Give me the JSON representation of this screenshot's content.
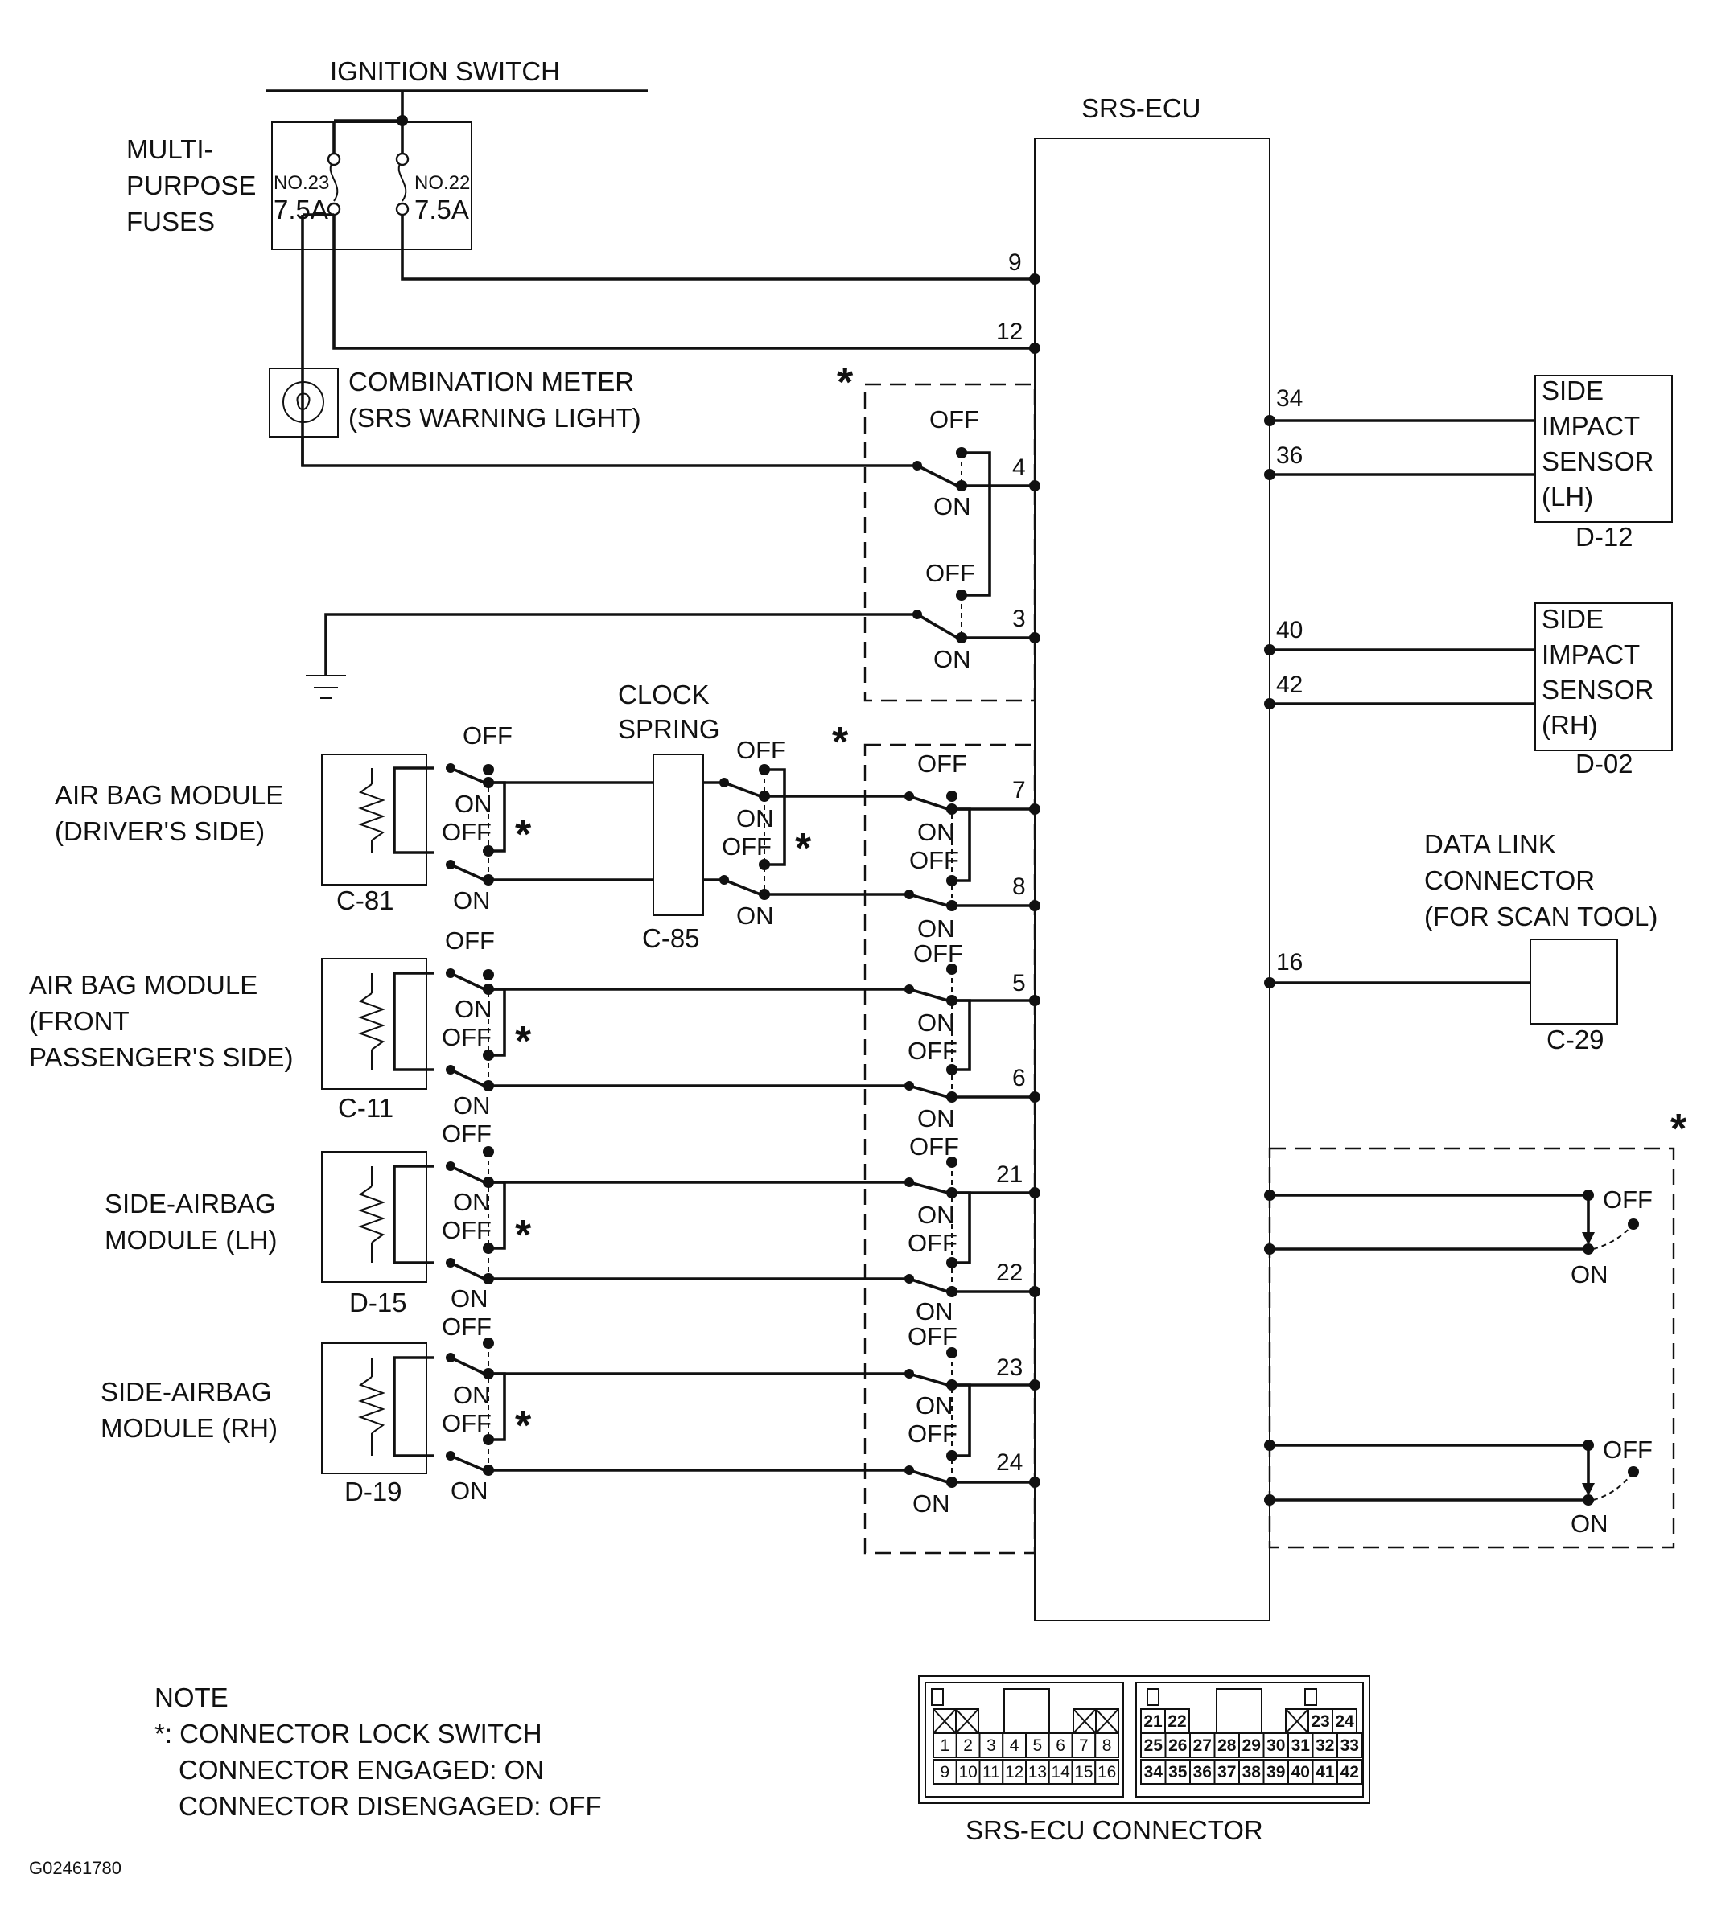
{
  "ignition_switch": "IGNITION SWITCH",
  "fuses": {
    "label_lines": [
      "MULTI-",
      "PURPOSE",
      "FUSES"
    ],
    "fuse_a": {
      "number": "NO.23",
      "rating": "7.5A"
    },
    "fuse_b": {
      "number": "NO.22",
      "rating": "7.5A"
    }
  },
  "ecu": {
    "label": "SRS-ECU"
  },
  "combination_meter": {
    "line1": "COMBINATION METER",
    "line2": "(SRS WARNING LIGHT)"
  },
  "pins": {
    "p9": "9",
    "p12": "12",
    "p4": "4",
    "p3": "3",
    "p7": "7",
    "p8": "8",
    "p5": "5",
    "p6": "6",
    "p21": "21",
    "p22": "22",
    "p23": "23",
    "p24": "24",
    "p34": "34",
    "p36": "36",
    "p40": "40",
    "p42": "42",
    "p16": "16"
  },
  "switch_states": {
    "on": "ON",
    "off": "OFF"
  },
  "lock_mark": "*",
  "clock_spring": {
    "line1": "CLOCK",
    "line2": "SPRING",
    "code": "C-85"
  },
  "modules": {
    "driver": {
      "line1": "AIR BAG MODULE",
      "line2": "(DRIVER'S SIDE)",
      "code": "C-81"
    },
    "passenger": {
      "line1": "AIR BAG MODULE",
      "line2": "(FRONT",
      "line3": "PASSENGER'S SIDE)",
      "code": "C-11"
    },
    "side_lh": {
      "line1": "SIDE-AIRBAG",
      "line2": "MODULE (LH)",
      "code": "D-15"
    },
    "side_rh": {
      "line1": "SIDE-AIRBAG",
      "line2": "MODULE (RH)",
      "code": "D-19"
    }
  },
  "sensors": {
    "lh": {
      "lines": [
        "SIDE",
        "IMPACT",
        "SENSOR",
        "(LH)"
      ],
      "code": "D-12"
    },
    "rh": {
      "lines": [
        "SIDE",
        "IMPACT",
        "SENSOR",
        "(RH)"
      ],
      "code": "D-02"
    }
  },
  "data_link": {
    "lines": [
      "DATA LINK",
      "CONNECTOR",
      "(FOR SCAN TOOL)"
    ],
    "code": "C-29"
  },
  "note": {
    "title": "NOTE",
    "line1": "*: CONNECTOR LOCK SWITCH",
    "line2": "CONNECTOR ENGAGED: ON",
    "line3": "CONNECTOR DISENGAGED: OFF"
  },
  "connector": {
    "label": "SRS-ECU CONNECTOR",
    "left_row1": [
      "1",
      "2",
      "3",
      "4",
      "5",
      "6",
      "7",
      "8"
    ],
    "left_row2": [
      "9",
      "10",
      "11",
      "12",
      "13",
      "14",
      "15",
      "16"
    ],
    "right_top_a": [
      "21",
      "22"
    ],
    "right_top_b": [
      "23",
      "24"
    ],
    "right_row2": [
      "25",
      "26",
      "27",
      "28",
      "29",
      "30",
      "31",
      "32",
      "33"
    ],
    "right_row3": [
      "34",
      "35",
      "36",
      "37",
      "38",
      "39",
      "40",
      "41",
      "42"
    ]
  },
  "figure_id": "G02461780"
}
